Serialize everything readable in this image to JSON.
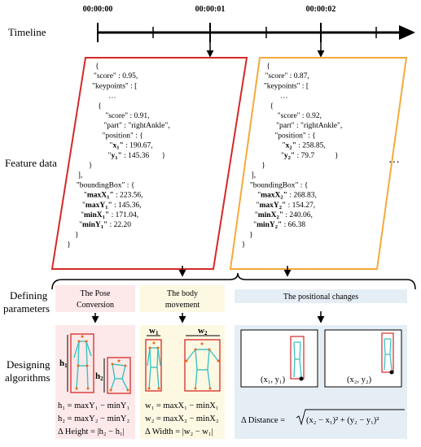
{
  "colors": {
    "red": "#d62828",
    "orange": "#f4a93b",
    "pink_bg": "#fde9e9",
    "yellow_bg": "#fdf8e2",
    "blue_bg": "#e6eef5",
    "skeleton": "#3cc3c3",
    "joint": "#e36b1f"
  },
  "row_labels": {
    "timeline": "Timeline",
    "feature": "Feature data",
    "defining_1": "Defining",
    "defining_2": "parameters",
    "designing_1": "Designing",
    "designing_2": "algorithms"
  },
  "timeline": {
    "ticks": [
      "00:00:00",
      "00:00:01",
      "00:00:02"
    ]
  },
  "ellipsis": "…",
  "frame1": {
    "lines": [
      {
        "t": "{",
        "i": 0
      },
      {
        "t": "\"score\" : 0.95,",
        "i": 0
      },
      {
        "t": "\"keypoints\" : [",
        "i": 0
      },
      {
        "t": "…",
        "i": 2
      },
      {
        "t": "{",
        "i": 1
      },
      {
        "t": "\"score\" : 0.91,",
        "i": 2
      },
      {
        "t": "\"part\" : \"rightAnkle\",",
        "i": 2
      },
      {
        "t": "\"position\" : {",
        "i": 2
      }
    ],
    "x_label": "x",
    "x_sub": "1",
    "x_val": " : 190.67,",
    "y_label": "y",
    "y_sub": "1",
    "y_val": " : 145.36",
    "close_pos": "}",
    "lines2": [
      {
        "t": "}",
        "i": 1
      },
      {
        "t": "],",
        "i": 0
      },
      {
        "t": "\"boundingBox\" : {",
        "i": 0
      }
    ],
    "bbox": [
      {
        "k": "maxX",
        "s": "1",
        "v": " : 223.56,"
      },
      {
        "k": "maxY",
        "s": "1",
        "v": " : 145.36,"
      },
      {
        "k": "minX",
        "s": "1",
        "v": " : 171.04,"
      },
      {
        "k": "minY",
        "s": "1",
        "v": " : 22.20"
      }
    ],
    "end1": "}",
    "end2": "}"
  },
  "frame2": {
    "lines": [
      {
        "t": "{",
        "i": 0
      },
      {
        "t": "\"score\" : 0.87,",
        "i": 0
      },
      {
        "t": "\"keypoints\" : [",
        "i": 0
      },
      {
        "t": "…",
        "i": 2
      },
      {
        "t": "{",
        "i": 1
      },
      {
        "t": "\"score\" : 0.92,",
        "i": 2
      },
      {
        "t": "\"part\" : \"rightAnkle\",",
        "i": 2
      },
      {
        "t": "\"position\" : {",
        "i": 2
      }
    ],
    "x_label": "x",
    "x_sub": "2",
    "x_val": " : 258.85,",
    "y_label": "y",
    "y_sub": "2",
    "y_val": " : 79.7",
    "close_pos": "}",
    "lines2": [
      {
        "t": "}",
        "i": 1
      },
      {
        "t": "],",
        "i": 0
      },
      {
        "t": "\"boundingBox\" : {",
        "i": 0
      }
    ],
    "bbox": [
      {
        "k": "maxX",
        "s": "2",
        "v": " : 268.83,"
      },
      {
        "k": "maxY",
        "s": "2",
        "v": " : 154.27,"
      },
      {
        "k": "minX",
        "s": "2",
        "v": " : 240.06,"
      },
      {
        "k": "minY",
        "s": "2",
        "v": " : 66.38"
      }
    ],
    "end1": "}",
    "end2": "}"
  },
  "parameters": {
    "pose": [
      "The Pose",
      "Conversion"
    ],
    "body": [
      "The body",
      "movement"
    ],
    "positional": "The positional changes"
  },
  "algorithms": {
    "pose": {
      "h1": "h",
      "h1_sub": "1",
      "h2": "h",
      "h2_sub": "2",
      "f1": "h₁ = maxY₁ − minY₁",
      "f2": "h₂ = maxY₂ − minY₂",
      "f3": "Δ Height = |h₂ − h₁|"
    },
    "body": {
      "w1": "w",
      "w1_sub": "1",
      "w2": "w",
      "w2_sub": "2",
      "f1": "w₁ = maxX₁ − minX₁",
      "f2": "w₂ = maxX₂ − minX₂",
      "f3": "Δ Width = |w₂ − w₁|"
    },
    "positional": {
      "p1": "(x₁, y₁)",
      "p2": "(x₂, y₂)",
      "distance_lhs": "Δ Distance = ",
      "distance_rhs": "(x₂ − x₁)² + (y₂ − y₁)²"
    }
  }
}
